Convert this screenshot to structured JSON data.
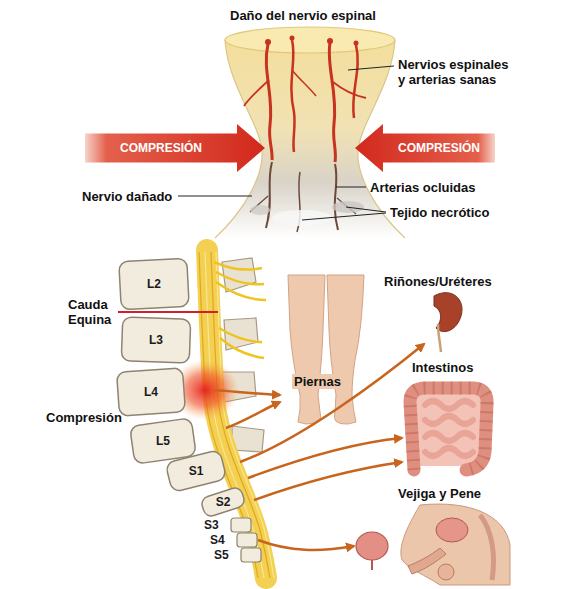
{
  "diagram": {
    "title": "Daño del nervio espinal",
    "nodes": [
      {
        "text": [
          "COMPRESIÓN"
        ]
      },
      {
        "text": [
          "COMPRESIÓN"
        ]
      },
      {
        "text": [
          "L2"
        ]
      },
      {
        "text": [
          "L3"
        ]
      },
      {
        "text": [
          "L4"
        ]
      },
      {
        "text": [
          "L5"
        ]
      },
      {
        "text": [
          "S1"
        ]
      },
      {
        "text": [
          "S2"
        ]
      },
      {
        "text": [
          "S3"
        ]
      },
      {
        "text": [
          "S4"
        ]
      },
      {
        "text": [
          "S5"
        ]
      }
    ],
    "labels": [
      "Nervios espinales y arterias sanas",
      "Nervio dañado",
      "Arterias ocluidas",
      "Tejido necrótico",
      "Cauda Equina",
      "Compresión",
      "Piernas",
      "Riñones/Uréteres",
      "Intestinos",
      "Vejiga y Pene"
    ]
  }
}
